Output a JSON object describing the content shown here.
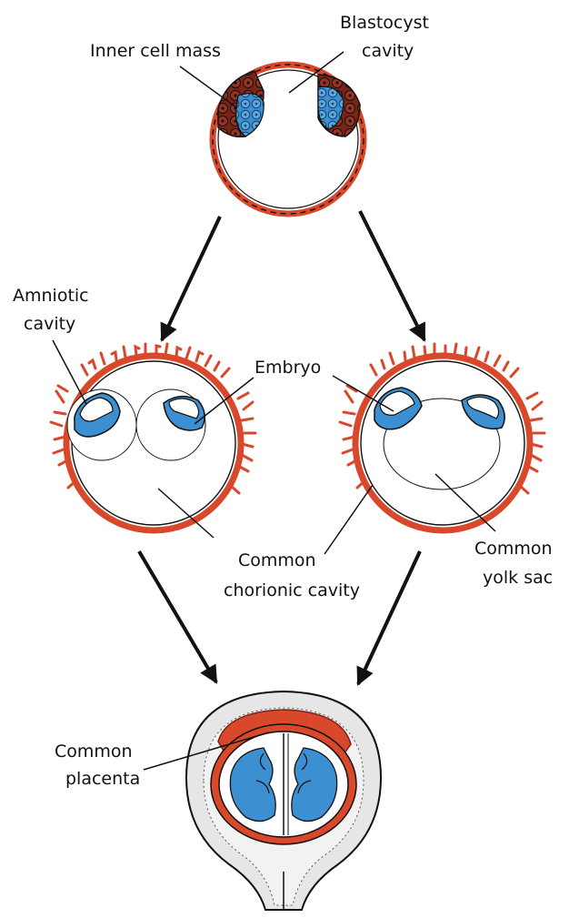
{
  "labels": {
    "inner_cell_mass": "Inner cell mass",
    "blastocyst_line1": "Blastocyst",
    "blastocyst_line2": "cavity",
    "amniotic_line1": "Amniotic",
    "amniotic_line2": "cavity",
    "embryo": "Embryo",
    "chorionic_line1": "Common",
    "chorionic_line2": "chorionic cavity",
    "yolk_line1": "Common",
    "yolk_line2": "yolk sac",
    "placenta_line1": "Common",
    "placenta_line2": "placenta"
  },
  "colors": {
    "trophoblast": "#d9482b",
    "cell_mass": "#7a2417",
    "embryo_blue": "#3c8fd0",
    "outline": "#111111",
    "uterus_wall": "#e6e6e6"
  }
}
